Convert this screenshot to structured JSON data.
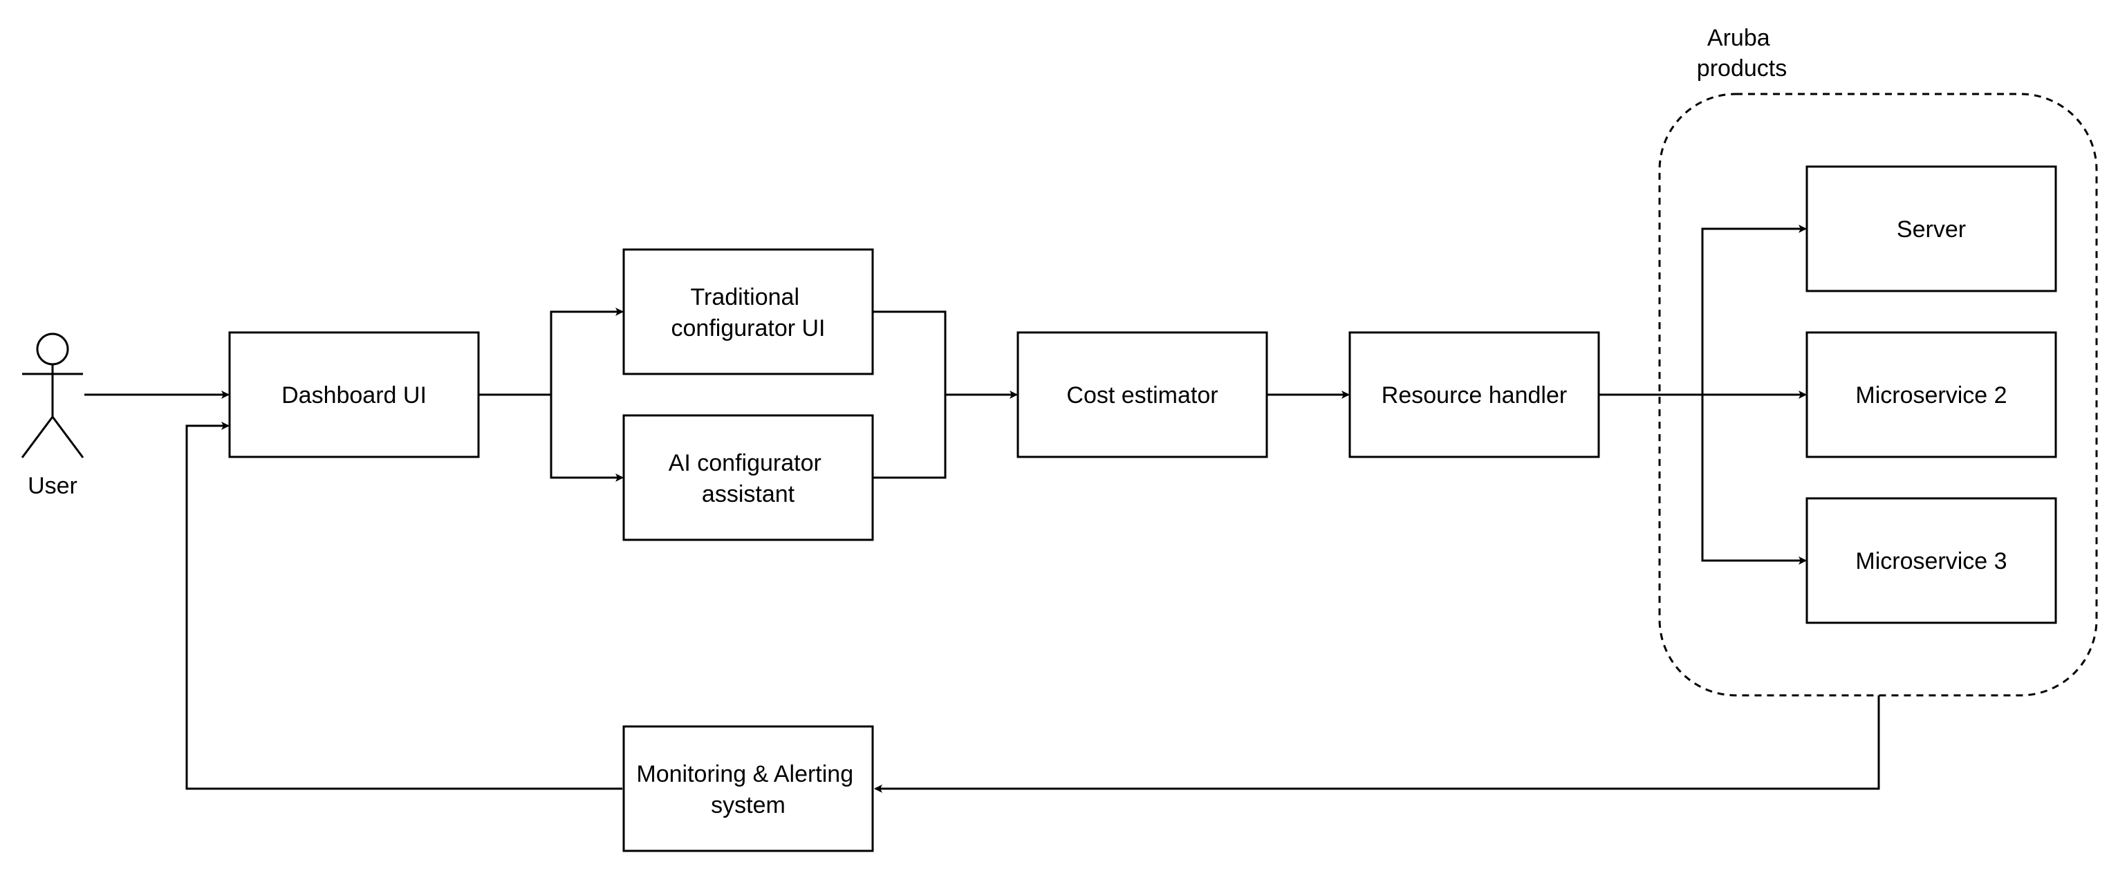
{
  "actor": {
    "label": "User"
  },
  "group": {
    "title": [
      "Aruba",
      "products"
    ]
  },
  "nodes": {
    "dashboard": {
      "lines": [
        "Dashboard UI"
      ]
    },
    "traditional": {
      "lines": [
        "Traditional",
        "configurator UI"
      ]
    },
    "ai": {
      "lines": [
        "AI configurator",
        "assistant"
      ]
    },
    "cost": {
      "lines": [
        "Cost estimator"
      ]
    },
    "resource": {
      "lines": [
        "Resource handler"
      ]
    },
    "server": {
      "lines": [
        "Server"
      ]
    },
    "ms2": {
      "lines": [
        "Microservice 2"
      ]
    },
    "ms3": {
      "lines": [
        "Microservice 3"
      ]
    },
    "monitoring": {
      "lines": [
        "Monitoring & Alerting",
        "system"
      ]
    }
  },
  "edges": [
    {
      "from": "actor",
      "to": "dashboard"
    },
    {
      "from": "dashboard",
      "to": "traditional"
    },
    {
      "from": "dashboard",
      "to": "ai"
    },
    {
      "from": "traditional",
      "to": "cost"
    },
    {
      "from": "ai",
      "to": "cost"
    },
    {
      "from": "cost",
      "to": "resource"
    },
    {
      "from": "resource",
      "to": "server"
    },
    {
      "from": "resource",
      "to": "ms2"
    },
    {
      "from": "resource",
      "to": "ms3"
    },
    {
      "from": "group",
      "to": "monitoring"
    },
    {
      "from": "monitoring",
      "to": "dashboard"
    }
  ]
}
